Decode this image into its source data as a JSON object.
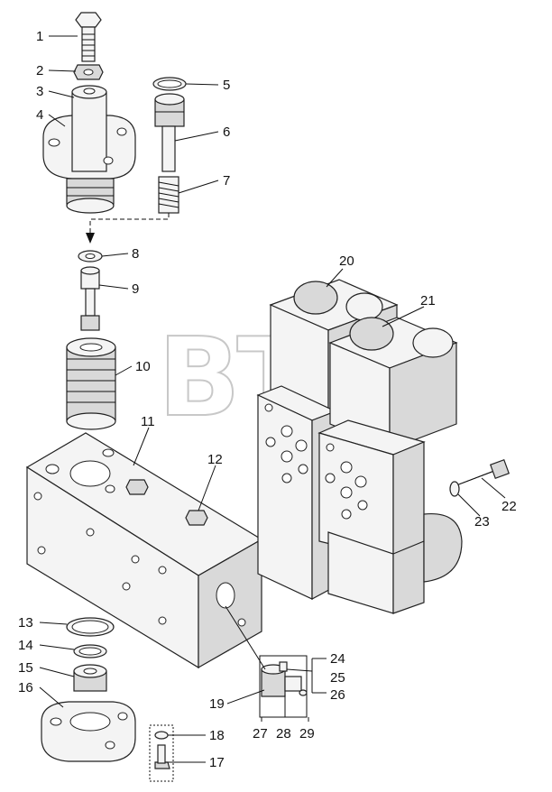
{
  "watermark": {
    "text": "BTM",
    "registered_mark": "®"
  },
  "labels": {
    "l1": "1",
    "l2": "2",
    "l3": "3",
    "l4": "4",
    "l5": "5",
    "l6": "6",
    "l7": "7",
    "l8": "8",
    "l9": "9",
    "l10": "10",
    "l11": "11",
    "l12": "12",
    "l13": "13",
    "l14": "14",
    "l15": "15",
    "l16": "16",
    "l17": "17",
    "l18": "18",
    "l19": "19",
    "l20": "20",
    "l21": "21",
    "l22": "22",
    "l23": "23",
    "l24": "24",
    "l25": "25",
    "l26": "26",
    "l27": "27",
    "l28": "28",
    "l29": "29"
  },
  "colors": {
    "outline": "#222222",
    "shade": "#d9d9d9",
    "watermark": "#c8c8c8"
  }
}
